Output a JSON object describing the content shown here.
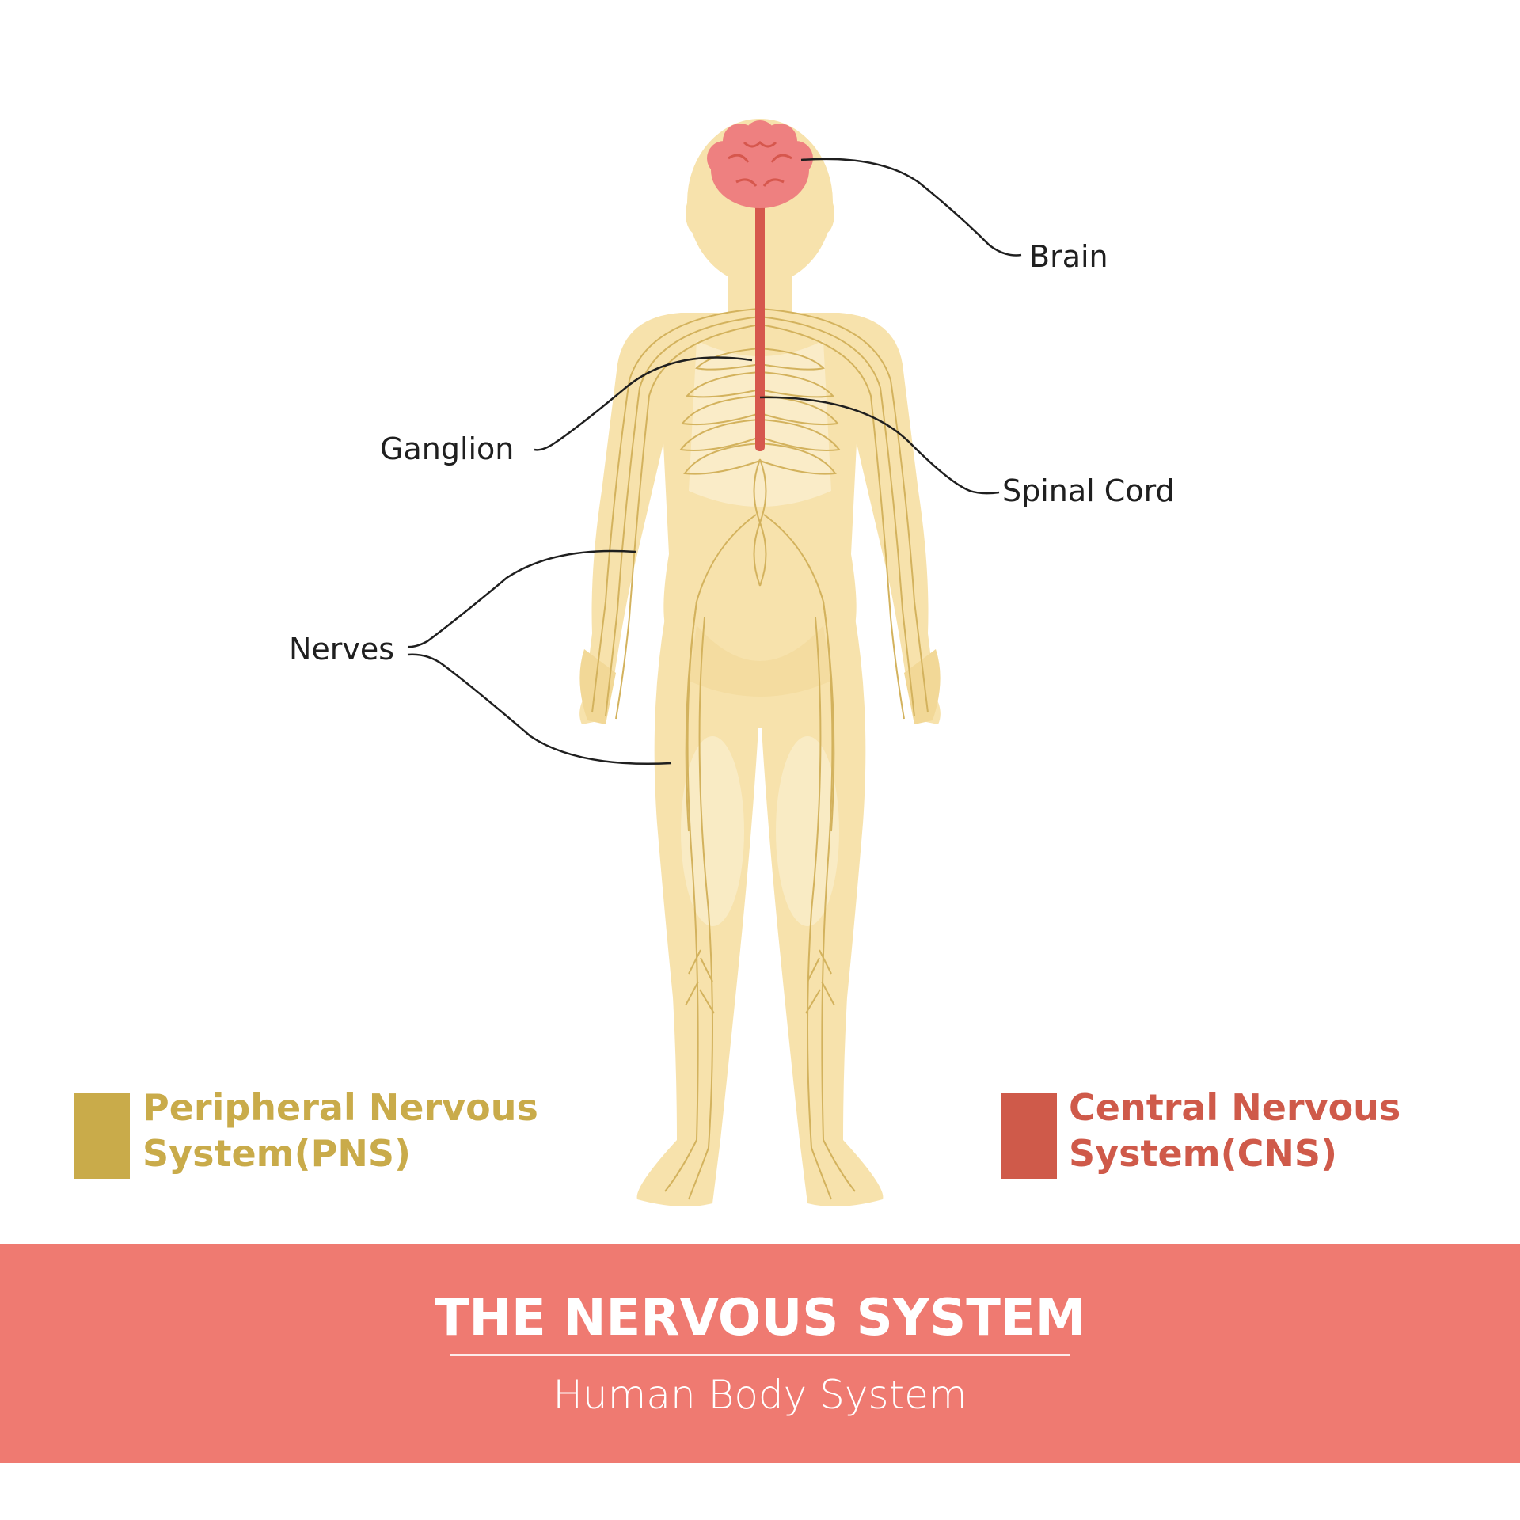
{
  "labels": {
    "brain": "Brain",
    "ganglion": "Ganglion",
    "spinal_cord": "Spinal Cord",
    "nerves": "Nerves"
  },
  "legend": {
    "pns": {
      "line1": "Peripheral Nervous",
      "line2": "System(PNS)",
      "color": "#c9ab4a"
    },
    "cns": {
      "line1": "Central Nervous",
      "line2": "System(CNS)",
      "color": "#cf5a4a"
    }
  },
  "banner": {
    "title": "THE NERVOUS SYSTEM",
    "subtitle": "Human Body System",
    "color": "#ef7a71"
  },
  "colors": {
    "body": "#f7e2ac",
    "body_shade": "#f2d897",
    "body_light": "#faefcf",
    "nerve": "#d3b25d",
    "brain": "#ee8080",
    "spinal_cord": "#d6574d",
    "leader": "#1f1f1f"
  }
}
